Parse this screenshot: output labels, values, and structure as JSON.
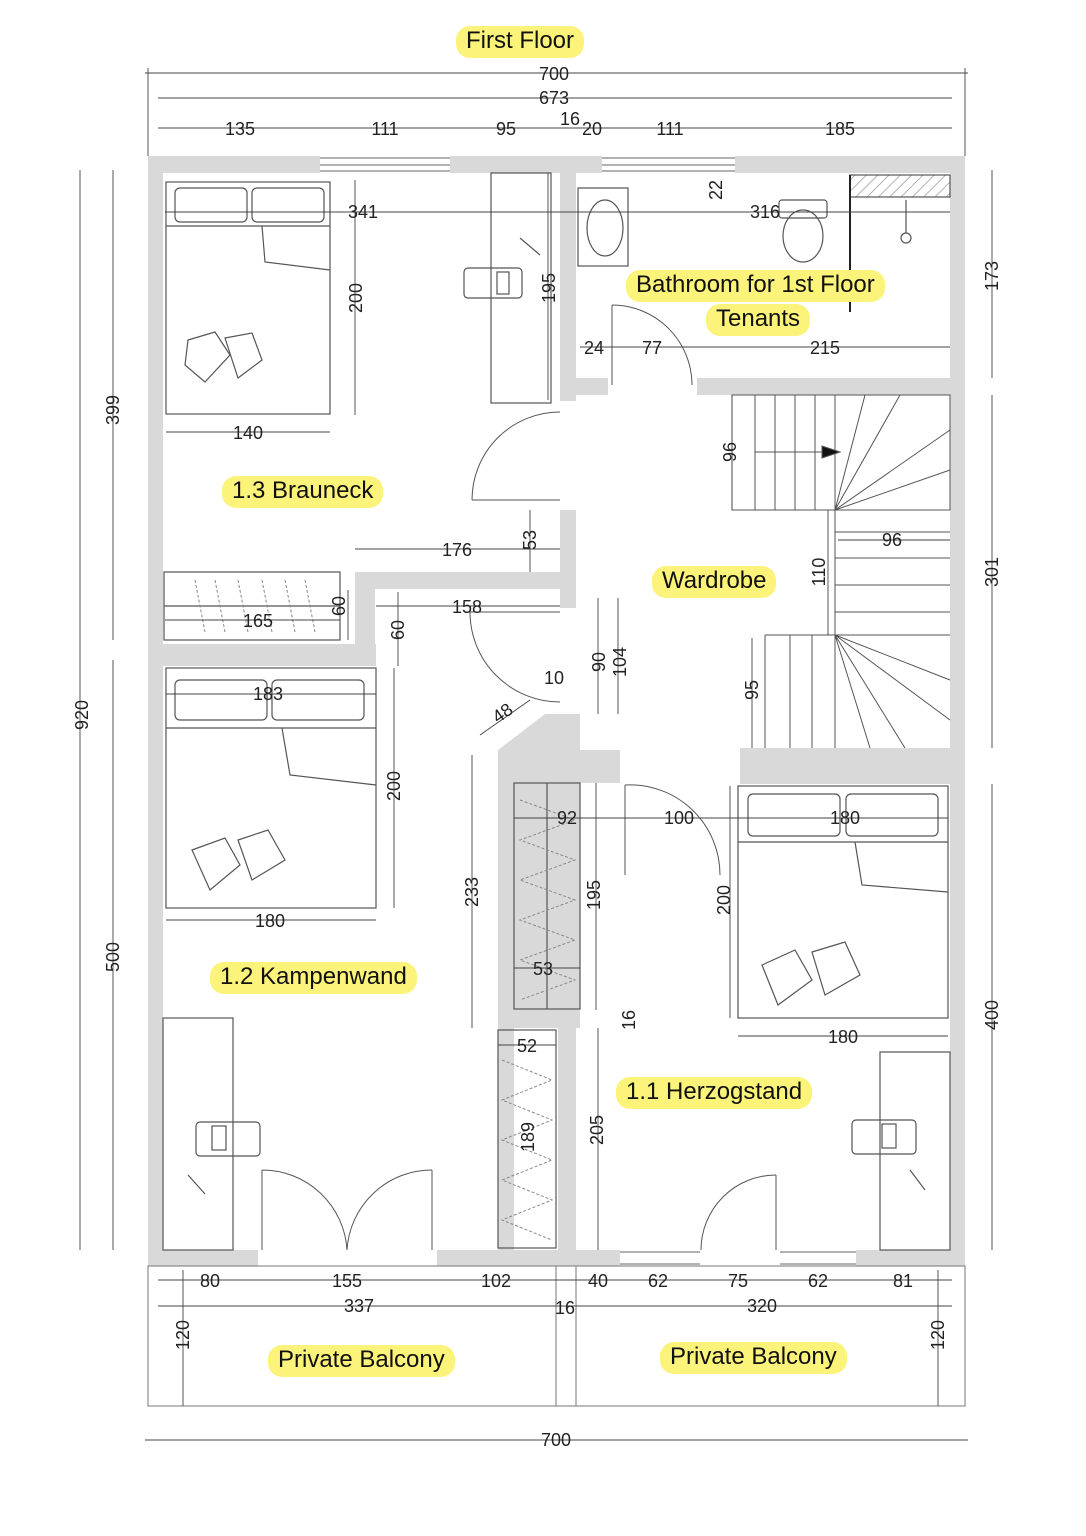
{
  "title": "First Floor",
  "rooms": {
    "bathroom_line1": "Bathroom for 1st Floor",
    "bathroom_line2": "Tenants",
    "brauneck": "1.3 Brauneck",
    "wardrobe": "Wardrobe",
    "kampenwand": "1.2 Kampenwand",
    "herzogstand": "1.1 Herzogstand",
    "balcony_left": "Private Balcony",
    "balcony_right": "Private Balcony"
  },
  "dimensions": {
    "top_total": "700",
    "top_inner": "673",
    "top_135": "135",
    "top_111a": "111",
    "top_95": "95",
    "top_16": "16",
    "top_20": "20",
    "top_111b": "111",
    "top_185": "185",
    "b_341": "341",
    "b_316": "316",
    "b_22": "22",
    "b_200a": "200",
    "b_195a": "195",
    "b_173": "173",
    "b_24": "24",
    "b_77": "77",
    "b_215": "215",
    "b_140": "140",
    "b_399": "399",
    "b_96a": "96",
    "b_53a": "53",
    "b_176": "176",
    "b_96b": "96",
    "b_110": "110",
    "b_301": "301",
    "b_60a": "60",
    "b_165": "165",
    "b_158": "158",
    "b_60b": "60",
    "b_90": "90",
    "b_104": "104",
    "b_10": "10",
    "b_48": "48",
    "b_183": "183",
    "b_95": "95",
    "b_920": "920",
    "b_200b": "200",
    "b_233": "233",
    "b_92": "92",
    "b_100": "100",
    "b_180a": "180",
    "b_195b": "195",
    "b_200c": "200",
    "b_180b": "180",
    "b_500": "500",
    "b_53b": "53",
    "b_16": "16",
    "b_180c": "180",
    "b_52": "52",
    "b_400": "400",
    "b_189": "189",
    "b_205": "205",
    "bot_80": "80",
    "bot_155": "155",
    "bot_102": "102",
    "bot_40": "40",
    "bot_62a": "62",
    "bot_75": "75",
    "bot_62b": "62",
    "bot_81": "81",
    "bot_337": "337",
    "bot_16": "16",
    "bot_320": "320",
    "bal_120a": "120",
    "bal_120b": "120",
    "bottom_total": "700"
  },
  "colors": {
    "wall": "#d9d9d9",
    "line": "#555555",
    "label_bg": "#fbf37a"
  }
}
